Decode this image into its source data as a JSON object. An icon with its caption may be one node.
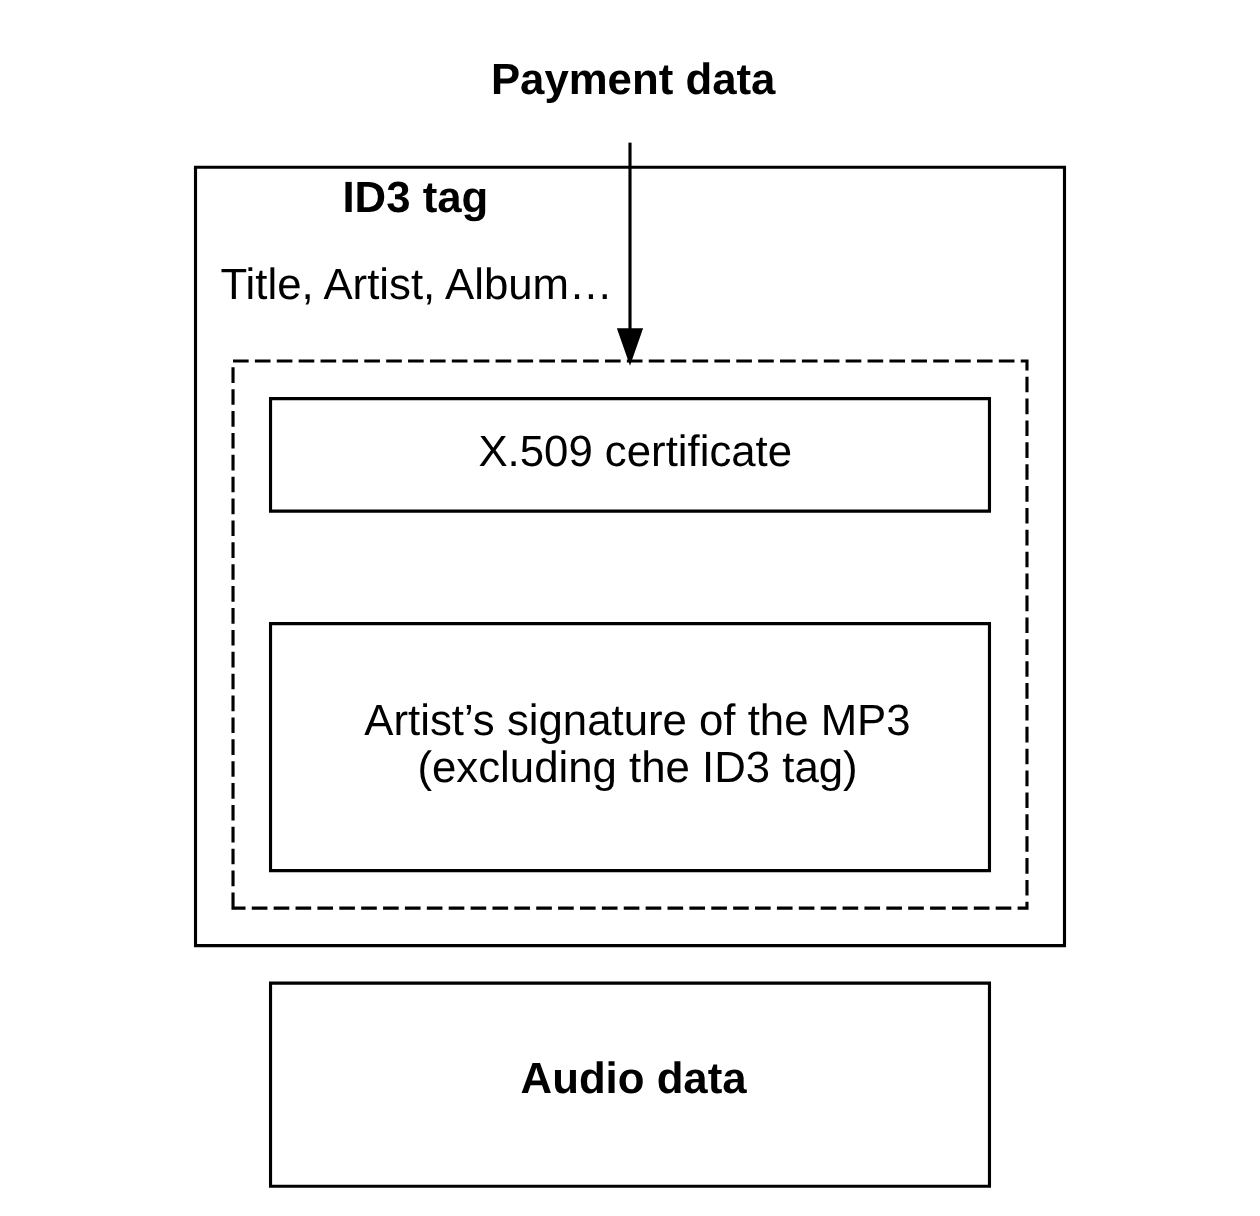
{
  "diagram": {
    "nodes": [
      {
        "text": [
          "ID3 tag",
          "Title, Artist, Album…"
        ]
      },
      {
        "text": [],
        "shape": "box",
        "in": 0
      },
      {
        "text": [
          "Payment data"
        ]
      },
      {
        "text": [
          "X.509 certificate"
        ],
        "in": 1
      },
      {
        "text": [
          "Artist’s signature of the MP3 (excluding the ID3 tag)"
        ],
        "in": 1
      },
      {
        "text": [
          "Audio data"
        ]
      }
    ],
    "edges": [
      {
        "from": 2,
        "to": 1,
        "arrow": "to"
      }
    ]
  }
}
